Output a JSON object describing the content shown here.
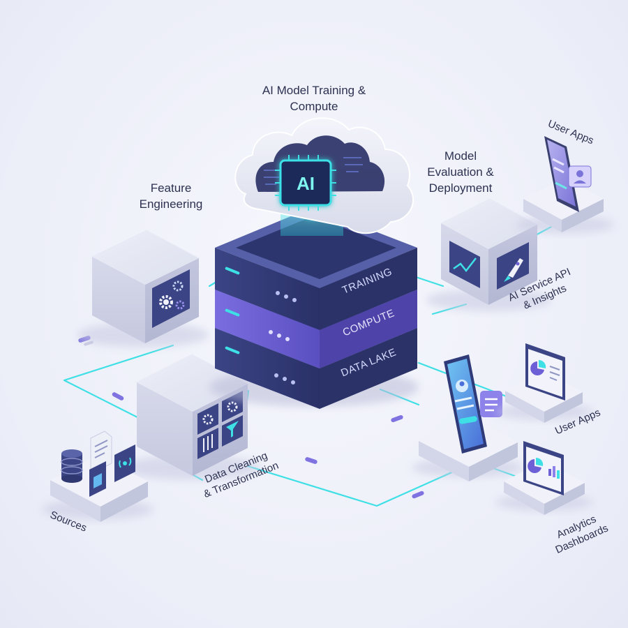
{
  "labels": {
    "training_compute": "AI Model Training &\nCompute",
    "feature_engineering": "Feature\nEngineering",
    "model_eval": "Model\nEvaluation &\nDeployment",
    "user_apps_top": "User Apps",
    "ai_service": "AI Service API\n& Insights",
    "user_apps_mid": "User Apps",
    "data_cleaning": "Data Cleaning\n& Transformation",
    "sources": "Sources",
    "analytics": "Analytics\nDashboards"
  },
  "server": {
    "training": "TRAINING",
    "compute": "COMPUTE",
    "data_lake": "DATA LAKE"
  },
  "chip_text": "AI",
  "colors": {
    "background": "#eef0f9",
    "navy": "#2f3a78",
    "purple": "#6d5fd6",
    "cyan": "#3ee0e6",
    "cube": "#d9dcea",
    "text": "#2c3150"
  }
}
